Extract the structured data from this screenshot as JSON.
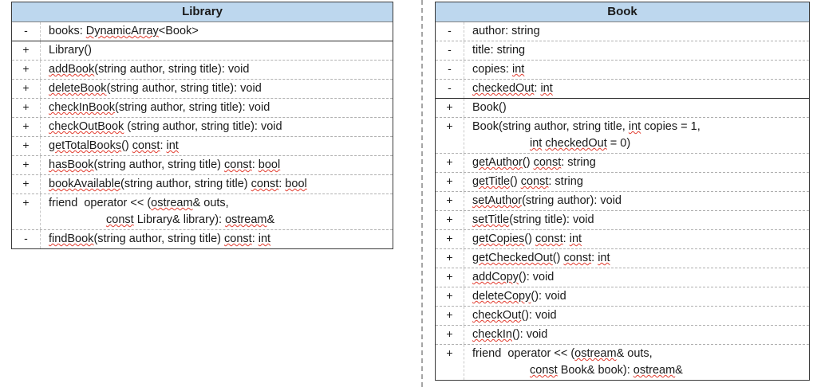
{
  "diagram": {
    "type": "uml-class-diagram",
    "page_guide_visible": true,
    "header_fill": "#bdd7ee",
    "border_color": "#3a3a3a",
    "spellcheck_underline_color": "#e23b2e"
  },
  "classes": [
    {
      "name": "Library",
      "attributes": [
        {
          "visibility": "-",
          "lines": [
            "books: DynamicArray<Book>"
          ]
        }
      ],
      "methods": [
        {
          "visibility": "+",
          "lines": [
            "Library()"
          ]
        },
        {
          "visibility": "+",
          "lines": [
            "addBook(string author, string title): void"
          ]
        },
        {
          "visibility": "+",
          "lines": [
            "deleteBook(string author, string title): void"
          ]
        },
        {
          "visibility": "+",
          "lines": [
            "checkInBook(string author, string title): void"
          ]
        },
        {
          "visibility": "+",
          "lines": [
            "checkOutBook (string author, string title): void"
          ]
        },
        {
          "visibility": "+",
          "lines": [
            "getTotalBooks() const: int"
          ]
        },
        {
          "visibility": "+",
          "lines": [
            "hasBook(string author, string title) const: bool"
          ]
        },
        {
          "visibility": "+",
          "lines": [
            "bookAvailable(string author, string title) const: bool"
          ]
        },
        {
          "visibility": "+",
          "lines": [
            "friend  operator << (ostream& outs,",
            "const Library& library): ostream&"
          ]
        },
        {
          "visibility": "-",
          "lines": [
            "findBook(string author, string title) const: int"
          ]
        }
      ]
    },
    {
      "name": "Book",
      "attributes": [
        {
          "visibility": "-",
          "lines": [
            "author: string"
          ]
        },
        {
          "visibility": "-",
          "lines": [
            "title: string"
          ]
        },
        {
          "visibility": "-",
          "lines": [
            "copies: int"
          ]
        },
        {
          "visibility": "-",
          "lines": [
            "checkedOut: int"
          ]
        }
      ],
      "methods": [
        {
          "visibility": "+",
          "lines": [
            "Book()"
          ]
        },
        {
          "visibility": "+",
          "lines": [
            "Book(string author, string title, int copies = 1,",
            "int checkedOut = 0)"
          ]
        },
        {
          "visibility": "+",
          "lines": [
            "getAuthor() const: string"
          ]
        },
        {
          "visibility": "+",
          "lines": [
            "getTitle() const: string"
          ]
        },
        {
          "visibility": "+",
          "lines": [
            "setAuthor(string author): void"
          ]
        },
        {
          "visibility": "+",
          "lines": [
            "setTitle(string title): void"
          ]
        },
        {
          "visibility": "+",
          "lines": [
            "getCopies() const: int"
          ]
        },
        {
          "visibility": "+",
          "lines": [
            "getCheckedOut() const: int"
          ]
        },
        {
          "visibility": "+",
          "lines": [
            "addCopy(): void"
          ]
        },
        {
          "visibility": "+",
          "lines": [
            "deleteCopy(): void"
          ]
        },
        {
          "visibility": "+",
          "lines": [
            "checkOut(): void"
          ]
        },
        {
          "visibility": "+",
          "lines": [
            "checkIn(): void"
          ]
        },
        {
          "visibility": "+",
          "lines": [
            "friend  operator << (ostream& outs,",
            "const Book& book): ostream&"
          ]
        }
      ]
    }
  ]
}
